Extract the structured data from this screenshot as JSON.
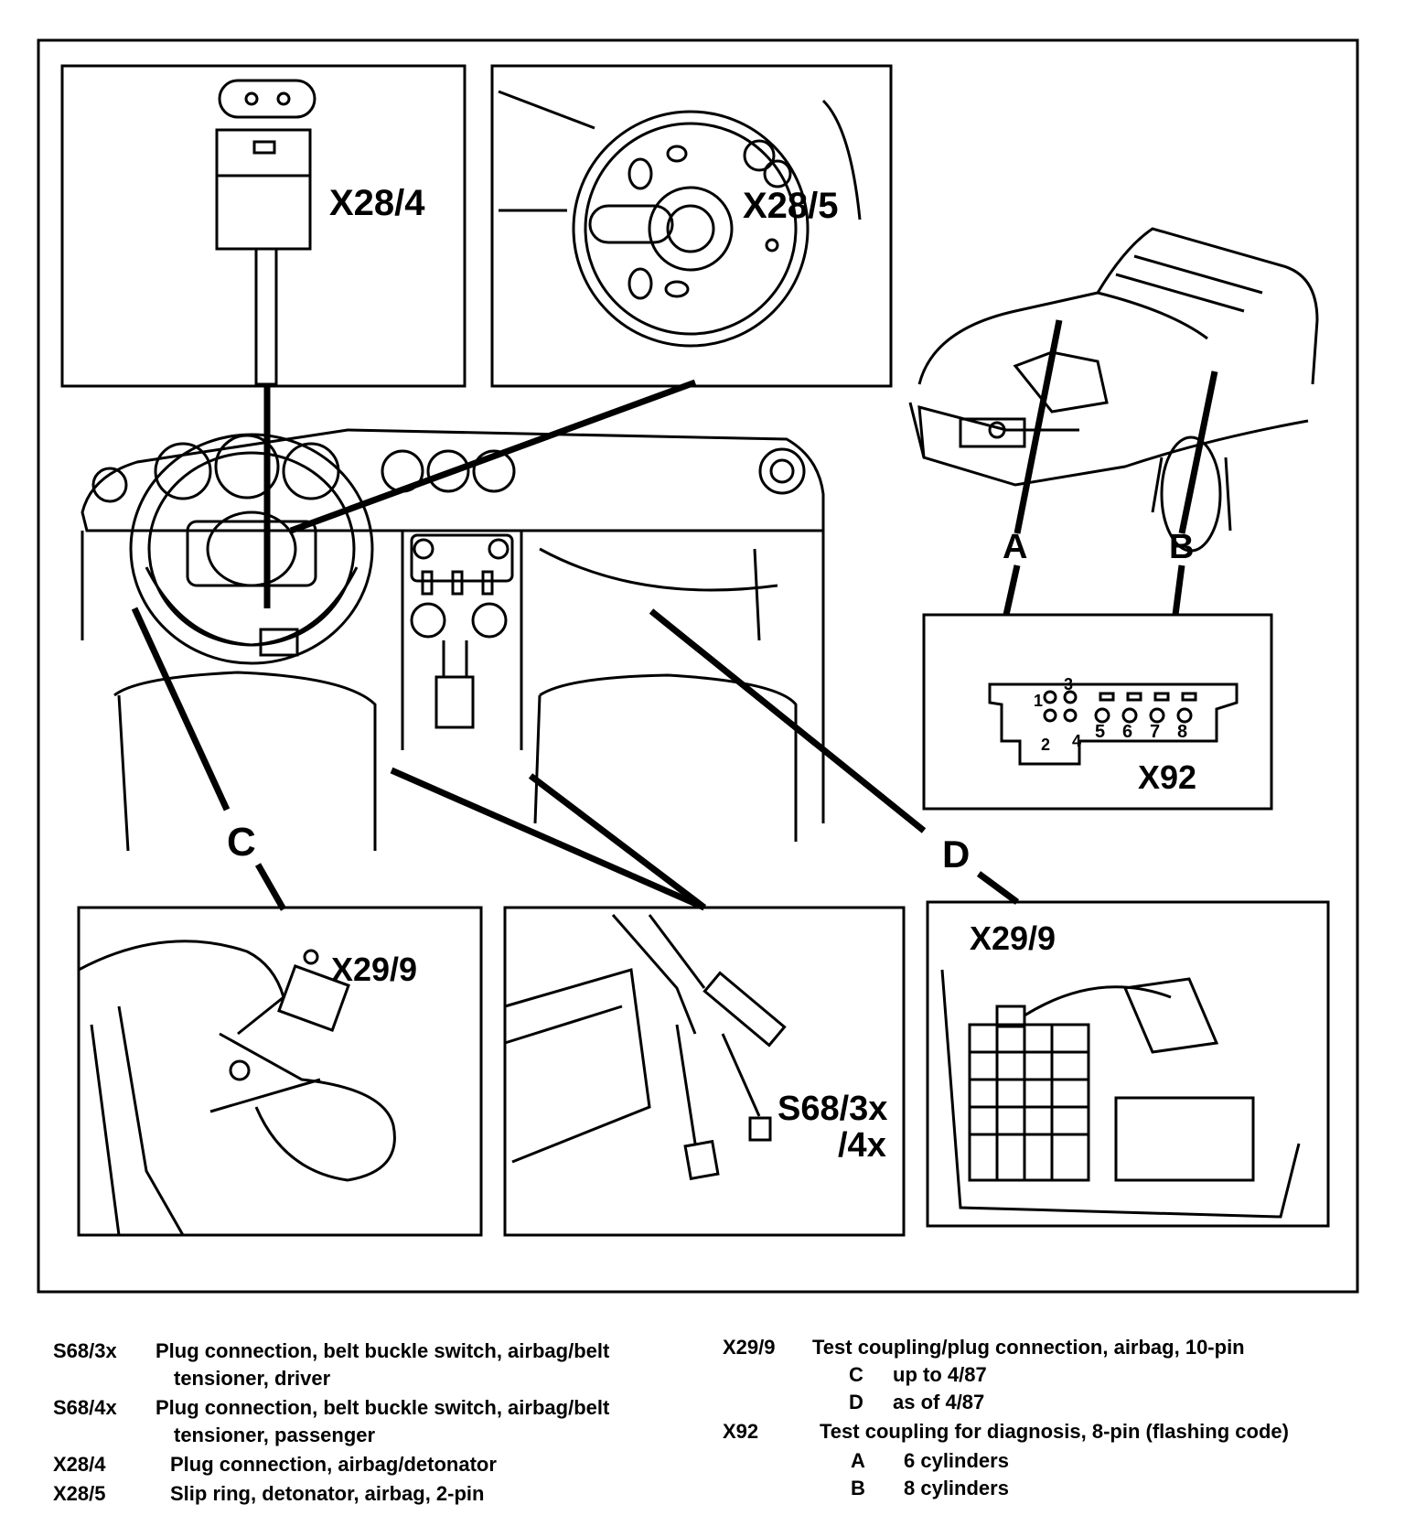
{
  "callouts": {
    "x28_4": "X28/4",
    "x28_5": "X28/5",
    "x92": "X92",
    "x29_9_left": "X29/9",
    "x29_9_right": "X29/9",
    "s68": "S68/3x",
    "s68_sub": "/4x",
    "letter_a": "A",
    "letter_b": "B",
    "letter_c": "C",
    "letter_d": "D"
  },
  "x92_pins": [
    "1",
    "2",
    "3",
    "4",
    "5",
    "6",
    "7",
    "8"
  ],
  "legend": {
    "left": [
      {
        "code": "S68/3x",
        "line1": "Plug connection, belt buckle switch,  airbag/belt",
        "line2": "tensioner,  driver"
      },
      {
        "code": "S68/4x",
        "line1": "Plug connection, belt buckle switch,  airbag/belt",
        "line2": "tensioner, passenger"
      },
      {
        "code": "X28/4",
        "line1": "Plug connection,  airbag/detonator"
      },
      {
        "code": "X28/5",
        "line1": "Slip ring, detonator, airbag, 2-pin"
      }
    ],
    "right": [
      {
        "code": "X29/9",
        "line1": "Test coupling/plug connection,  airbag, 10-pin"
      },
      {
        "sub": "C",
        "text": "up to 4/87"
      },
      {
        "sub": "D",
        "text": "as of  4/87"
      },
      {
        "code": "X92",
        "line1": "Test coupling for diagnosis, 8-pin  (flashing code)"
      },
      {
        "sub": "A",
        "text": "6 cylinders"
      },
      {
        "sub": "B",
        "text": "8 cylinders"
      }
    ]
  }
}
